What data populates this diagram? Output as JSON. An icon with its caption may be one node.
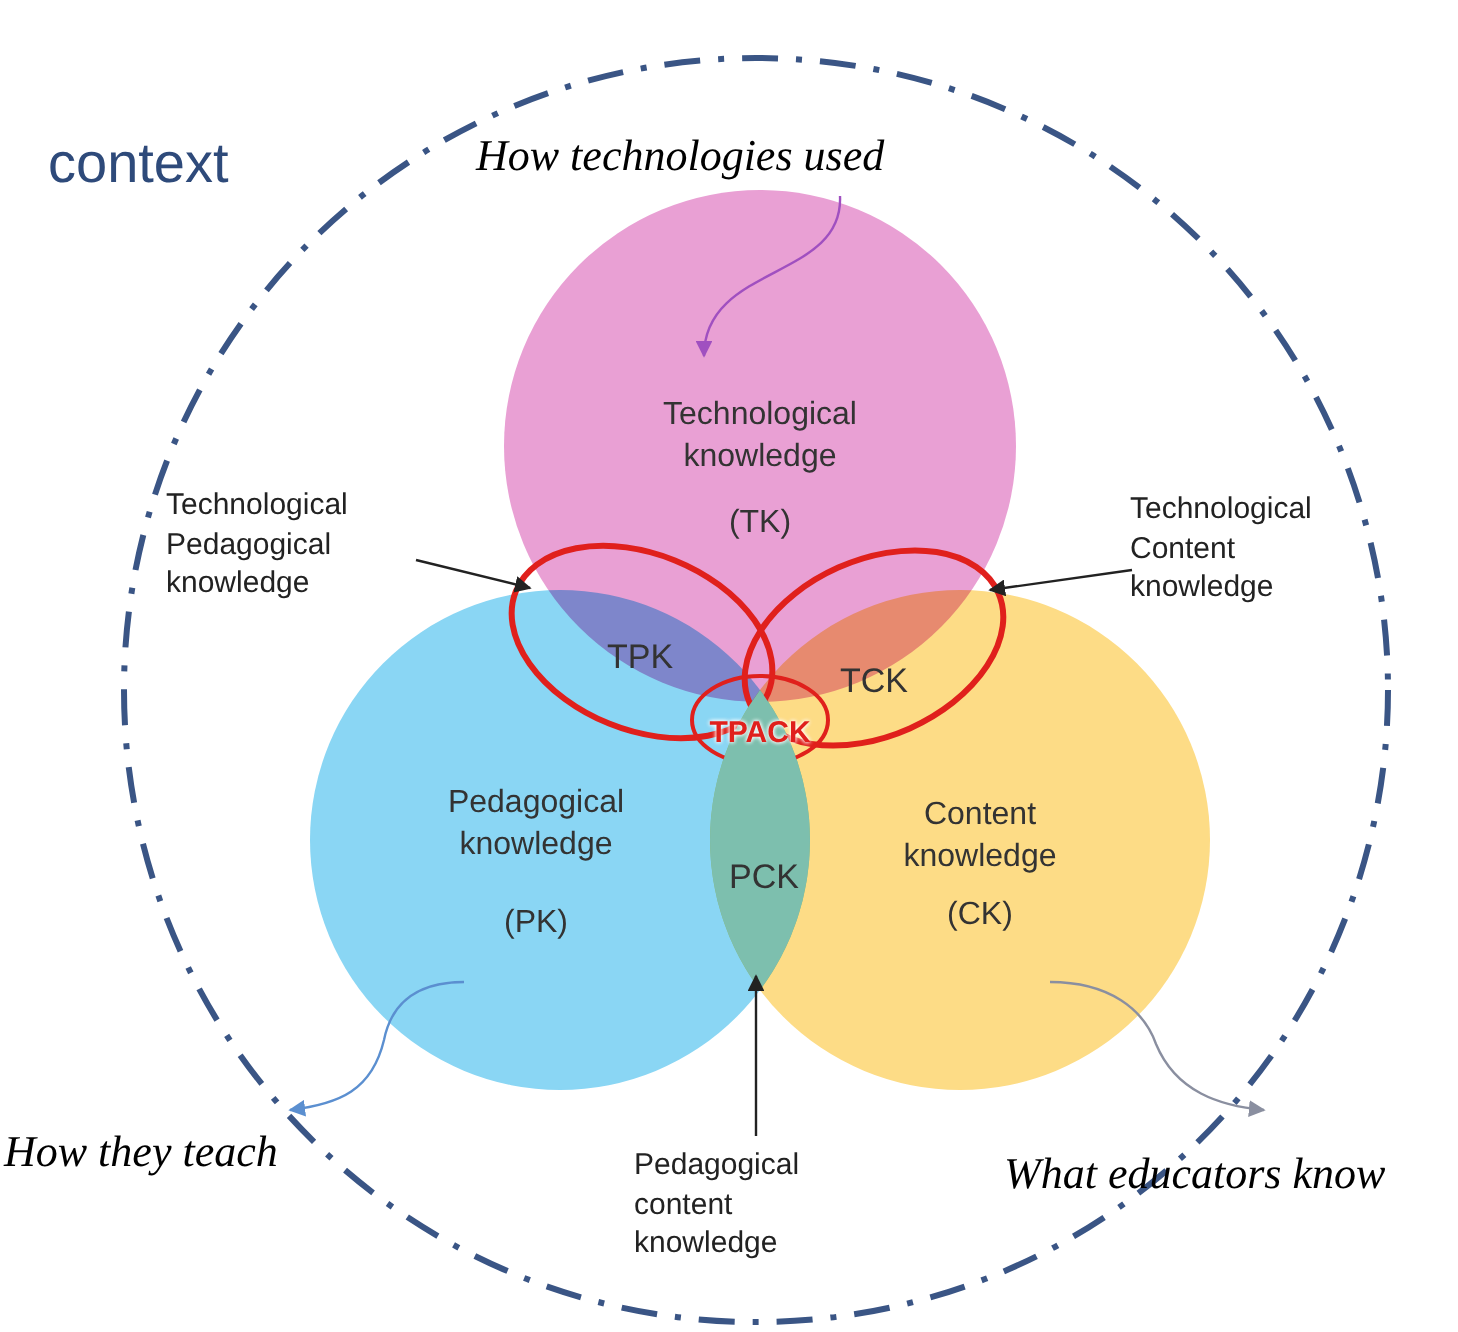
{
  "diagram": {
    "nodes": [
      {
        "text": [
          "context"
        ]
      },
      {
        "text": [
          "Technological knowledge",
          "(TK)"
        ],
        "in": 0
      },
      {
        "text": [
          "Pedagogical knowledge",
          "(PK)"
        ],
        "in": 0
      },
      {
        "text": [
          "Content knowledge",
          "(CK)"
        ],
        "in": 0
      },
      {
        "text": [
          "TPK"
        ],
        "in": 0
      },
      {
        "text": [
          "TCK"
        ],
        "in": 0
      },
      {
        "text": [
          "TPACK"
        ],
        "in": 0
      },
      {
        "text": [
          "PCK"
        ]
      },
      {
        "text": [
          "How technologies used"
        ],
        "in": 0
      },
      {
        "text": [
          "Technological Pedagogical knowledge"
        ],
        "in": 0
      },
      {
        "text": [
          "Technological Content knowledge"
        ],
        "in": 0
      },
      {
        "text": [
          "How they teach"
        ]
      },
      {
        "text": [
          "Pedagogical content knowledge"
        ],
        "in": 0
      },
      {
        "text": [
          "What educators know"
        ]
      }
    ],
    "edges": [
      {
        "from": 8,
        "to": 1,
        "arrow": "to",
        "color": "#a050c0"
      },
      {
        "from": 9,
        "to": 4,
        "arrow": "to"
      },
      {
        "from": 10,
        "to": 5,
        "arrow": "to"
      },
      {
        "from": 12,
        "to": 7,
        "arrow": "to"
      },
      {
        "from": 2,
        "to": 11,
        "arrow": "to",
        "color": "#5b8fd0"
      },
      {
        "from": 3,
        "to": 13,
        "arrow": "to",
        "color": "#8a8fa0"
      }
    ]
  }
}
